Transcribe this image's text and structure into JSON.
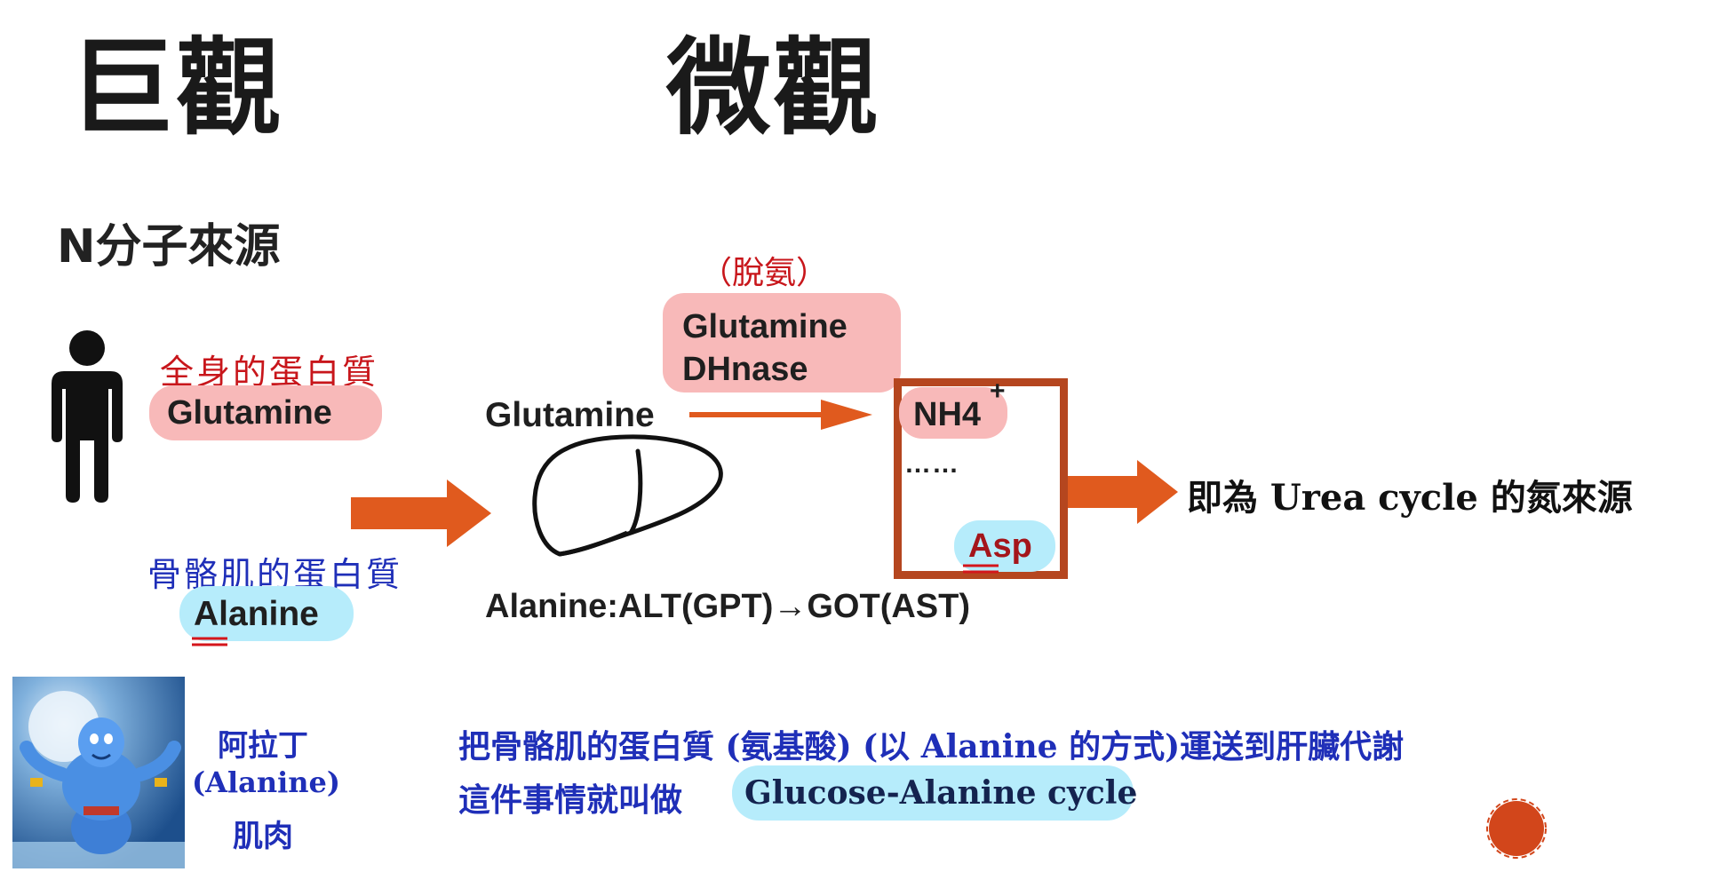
{
  "titles": {
    "macro": "巨觀",
    "micro": "微觀"
  },
  "section": {
    "n_source": "N分子來源"
  },
  "left": {
    "whole_body_protein": "全身的蛋白質",
    "glutamine": "Glutamine",
    "skeletal_muscle_protein": "骨骼肌的蛋白質",
    "alanine": "Alanine"
  },
  "center": {
    "deamination": "（脫氨）",
    "enzyme_line1": "Glutamine",
    "enzyme_line2": "DHnase",
    "glutamine_label": "Glutamine",
    "alanine_path": "Alanine:ALT(GPT)→GOT(AST)"
  },
  "box": {
    "nh4": "NH4",
    "nh4_charge": "+",
    "dots": "……",
    "asp": "Asp"
  },
  "right": {
    "urea_source": "即為 Urea cycle 的氮來源"
  },
  "genie": {
    "line1": "阿拉丁",
    "line2": "(Alanine)",
    "line3": "肌肉"
  },
  "bottom": {
    "line1": "把骨骼肌的蛋白質 (氨基酸) (以 Alanine 的方式)運送到肝臟代謝",
    "line2_prefix": "這件事情就叫做",
    "line2_highlight": "Glucose-Alanine cycle"
  },
  "colors": {
    "arrow": "#e05a1e",
    "box_border": "#b5461f",
    "pink": "#f8b9b9",
    "cyan": "#b6ecfb",
    "red_text": "#c8161b",
    "blue_text": "#1f2fb8"
  }
}
